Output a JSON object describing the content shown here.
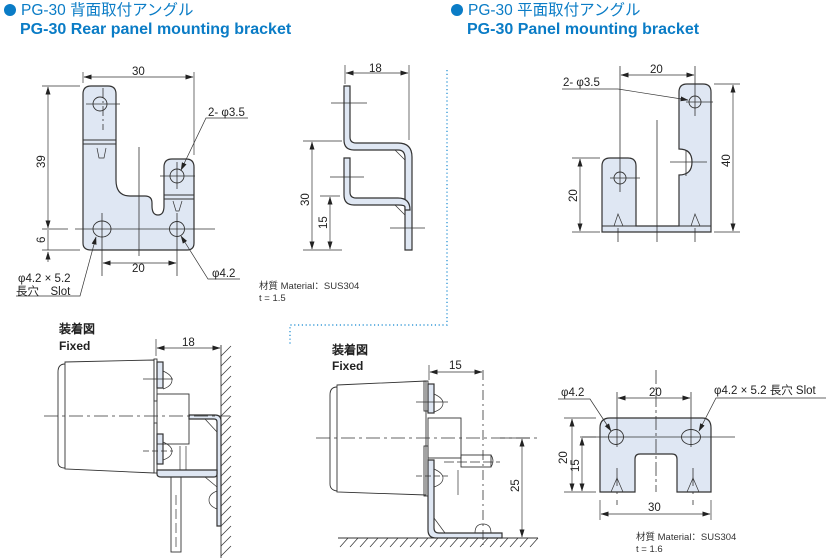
{
  "left_section": {
    "title_jp": "PG-30 背面取付アングル",
    "title_en": "PG-30 Rear panel mounting bracket",
    "front_view": {
      "dim_width": "30",
      "dim_height": "39",
      "dim_bottom": "6",
      "dim_hole_spacing": "20",
      "callout_small_holes": "2- φ3.5",
      "callout_hole": "φ4.2",
      "callout_slot_line1": "φ4.2 × 5.2",
      "callout_slot_line2": "長穴　Slot"
    },
    "side_view": {
      "dim_depth": "18",
      "dim_height": "30",
      "dim_lower": "15"
    },
    "material_line": "材質 Material：SUS304",
    "thickness_line": "t  = 1.5",
    "fixed_view": {
      "label_jp": "装着図",
      "label_en": "Fixed",
      "dim_depth": "18"
    }
  },
  "right_section": {
    "title_jp": "PG-30 平面取付アングル",
    "title_en": "PG-30 Panel mounting bracket",
    "front_view": {
      "dim_spacing": "20",
      "dim_left_height": "20",
      "dim_total_height": "40",
      "callout_small_holes": "2- φ3.5"
    },
    "fixed_view": {
      "label_jp": "装着図",
      "label_en": "Fixed",
      "dim_depth": "15",
      "dim_height": "25"
    },
    "base_view": {
      "callout_hole": "φ4.2",
      "callout_slot": "φ4.2 × 5.2 長穴 Slot",
      "dim_spacing": "20",
      "dim_height": "20",
      "dim_hole_height": "15",
      "dim_width": "30"
    },
    "material_line": "材質 Material：SUS304",
    "thickness_line": "t  = 1.6"
  },
  "colors": {
    "title_blue": "#0a7cc6",
    "part_fill": "#dfe7f3",
    "divider_dots": "#3a9bd8"
  }
}
